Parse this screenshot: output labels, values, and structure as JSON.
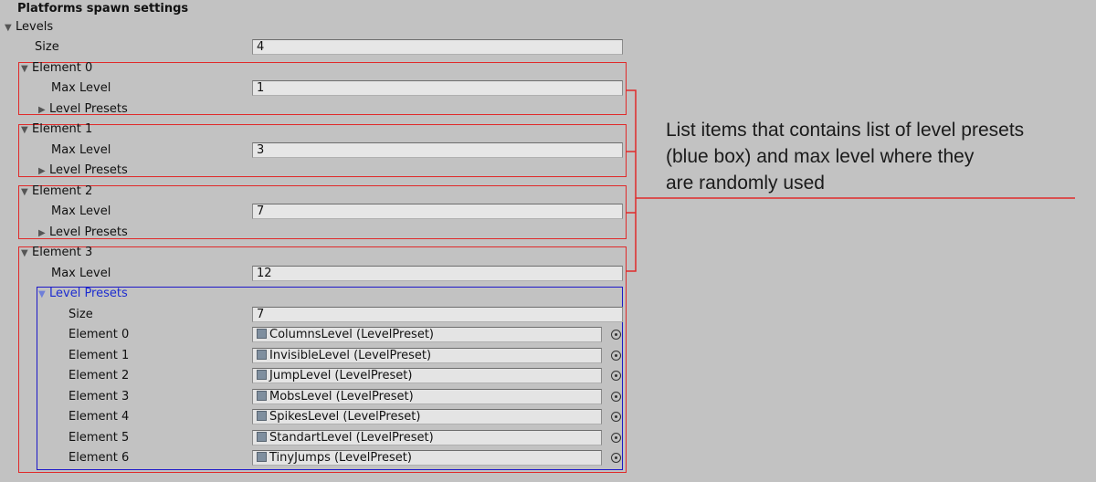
{
  "title": "Platforms spawn settings",
  "levels": {
    "label": "Levels",
    "size_label": "Size",
    "size_value": "4",
    "elements": [
      {
        "label": "Element 0",
        "max_level_label": "Max Level",
        "max_level": "1",
        "presets_label": "Level Presets"
      },
      {
        "label": "Element 1",
        "max_level_label": "Max Level",
        "max_level": "3",
        "presets_label": "Level Presets"
      },
      {
        "label": "Element 2",
        "max_level_label": "Max Level",
        "max_level": "7",
        "presets_label": "Level Presets"
      },
      {
        "label": "Element 3",
        "max_level_label": "Max Level",
        "max_level": "12",
        "presets_label": "Level Presets"
      }
    ]
  },
  "level_presets": {
    "label": "Level Presets",
    "size_label": "Size",
    "size_value": "7",
    "items": [
      {
        "label": "Element 0",
        "value": "ColumnsLevel (LevelPreset)"
      },
      {
        "label": "Element 1",
        "value": "InvisibleLevel (LevelPreset)"
      },
      {
        "label": "Element 2",
        "value": "JumpLevel (LevelPreset)"
      },
      {
        "label": "Element 3",
        "value": "MobsLevel (LevelPreset)"
      },
      {
        "label": "Element 4",
        "value": "SpikesLevel (LevelPreset)"
      },
      {
        "label": "Element 5",
        "value": "StandartLevel (LevelPreset)"
      },
      {
        "label": "Element 6",
        "value": "TinyJumps (LevelPreset)"
      }
    ]
  },
  "annotation": {
    "line1": "List items that contains list of level presets",
    "line2": "(blue box) and max level where they",
    "line3": "are randomly used"
  },
  "colors": {
    "background": "#c2c2c2",
    "red_highlight": "#e02a2a",
    "blue_highlight": "#1c18c8"
  }
}
